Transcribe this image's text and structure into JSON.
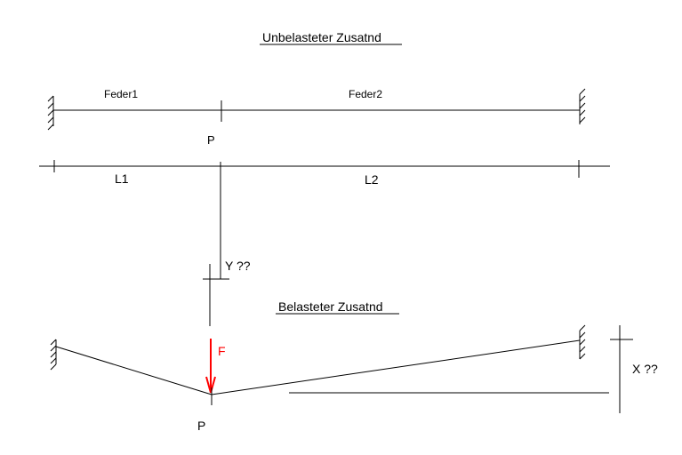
{
  "titles": {
    "unloaded": "Unbelasteter Zusatnd",
    "loaded": "Belasteter Zusatnd"
  },
  "springs": {
    "spring1": "Feder1",
    "spring2": "Feder2"
  },
  "point": {
    "top": "P",
    "bottom": "P"
  },
  "dimensions": {
    "l1": "L1",
    "l2": "L2",
    "y": "Y ??",
    "x": "X ??"
  },
  "force": {
    "label": "F",
    "color": "#ff0000"
  }
}
